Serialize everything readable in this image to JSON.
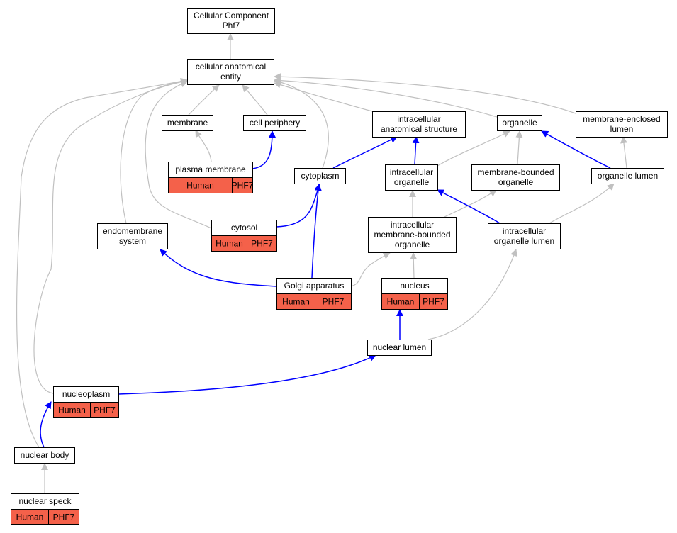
{
  "colors": {
    "is_a_edge": "#c0c0c0",
    "part_of_edge": "#0000ff",
    "node_fill": "#ffffff",
    "node_border": "#000000",
    "annotation_fill": "#f4614a"
  },
  "nodes": {
    "root": {
      "lines": [
        "Cellular Component",
        "Phf7"
      ]
    },
    "cae": {
      "lines": [
        "cellular anatomical",
        "entity"
      ]
    },
    "membrane": {
      "lines": [
        "membrane"
      ]
    },
    "cellper": {
      "lines": [
        "cell periphery"
      ]
    },
    "ias": {
      "lines": [
        "intracellular",
        "anatomical structure"
      ]
    },
    "organelle": {
      "lines": [
        "organelle"
      ]
    },
    "mel": {
      "lines": [
        "membrane-enclosed",
        "lumen"
      ]
    },
    "pm": {
      "lines": [
        "plasma membrane"
      ],
      "annotation": [
        "Human",
        "PHF7"
      ]
    },
    "cytoplasm": {
      "lines": [
        "cytoplasm"
      ]
    },
    "io": {
      "lines": [
        "intracellular",
        "organelle"
      ]
    },
    "mbo": {
      "lines": [
        "membrane-bounded",
        "organelle"
      ]
    },
    "ol": {
      "lines": [
        "organelle lumen"
      ]
    },
    "es": {
      "lines": [
        "endomembrane",
        "system"
      ]
    },
    "cytosol": {
      "lines": [
        "cytosol"
      ],
      "annotation": [
        "Human",
        "PHF7"
      ]
    },
    "imbo": {
      "lines": [
        "intracellular",
        "membrane-bounded",
        "organelle"
      ]
    },
    "iol": {
      "lines": [
        "intracellular",
        "organelle lumen"
      ]
    },
    "golgi": {
      "lines": [
        "Golgi apparatus"
      ],
      "annotation": [
        "Human",
        "PHF7"
      ]
    },
    "nucleus": {
      "lines": [
        "nucleus"
      ],
      "annotation": [
        "Human",
        "PHF7"
      ]
    },
    "nl": {
      "lines": [
        "nuclear lumen"
      ]
    },
    "np": {
      "lines": [
        "nucleoplasm"
      ],
      "annotation": [
        "Human",
        "PHF7"
      ]
    },
    "nb": {
      "lines": [
        "nuclear body"
      ]
    },
    "ns": {
      "lines": [
        "nuclear speck"
      ],
      "annotation": [
        "Human",
        "PHF7"
      ]
    }
  },
  "edges": [
    {
      "from": "cae",
      "to": "root",
      "type": "is_a"
    },
    {
      "from": "membrane",
      "to": "cae",
      "type": "is_a"
    },
    {
      "from": "cellper",
      "to": "cae",
      "type": "is_a"
    },
    {
      "from": "ias",
      "to": "cae",
      "type": "is_a"
    },
    {
      "from": "organelle",
      "to": "cae",
      "type": "is_a"
    },
    {
      "from": "mel",
      "to": "cae",
      "type": "is_a"
    },
    {
      "from": "cytoplasm",
      "to": "cae",
      "type": "is_a"
    },
    {
      "from": "es",
      "to": "cae",
      "type": "is_a"
    },
    {
      "from": "cytosol",
      "to": "cae",
      "type": "is_a"
    },
    {
      "from": "np",
      "to": "cae",
      "type": "is_a"
    },
    {
      "from": "nb",
      "to": "cae",
      "type": "is_a"
    },
    {
      "from": "pm",
      "to": "membrane",
      "type": "is_a"
    },
    {
      "from": "pm",
      "to": "cellper",
      "type": "part_of"
    },
    {
      "from": "cytoplasm",
      "to": "ias",
      "type": "part_of"
    },
    {
      "from": "io",
      "to": "ias",
      "type": "part_of"
    },
    {
      "from": "io",
      "to": "organelle",
      "type": "is_a"
    },
    {
      "from": "mbo",
      "to": "organelle",
      "type": "is_a"
    },
    {
      "from": "ol",
      "to": "organelle",
      "type": "part_of"
    },
    {
      "from": "ol",
      "to": "mel",
      "type": "is_a"
    },
    {
      "from": "cytosol",
      "to": "cytoplasm",
      "type": "part_of"
    },
    {
      "from": "golgi",
      "to": "cytoplasm",
      "type": "part_of"
    },
    {
      "from": "golgi",
      "to": "es",
      "type": "part_of"
    },
    {
      "from": "imbo",
      "to": "io",
      "type": "is_a"
    },
    {
      "from": "imbo",
      "to": "mbo",
      "type": "is_a"
    },
    {
      "from": "iol",
      "to": "io",
      "type": "part_of"
    },
    {
      "from": "iol",
      "to": "ol",
      "type": "is_a"
    },
    {
      "from": "golgi",
      "to": "imbo",
      "type": "is_a"
    },
    {
      "from": "nucleus",
      "to": "imbo",
      "type": "is_a"
    },
    {
      "from": "nl",
      "to": "nucleus",
      "type": "part_of"
    },
    {
      "from": "nl",
      "to": "iol",
      "type": "is_a"
    },
    {
      "from": "np",
      "to": "nl",
      "type": "part_of"
    },
    {
      "from": "nb",
      "to": "np",
      "type": "part_of"
    },
    {
      "from": "ns",
      "to": "nb",
      "type": "is_a"
    }
  ]
}
